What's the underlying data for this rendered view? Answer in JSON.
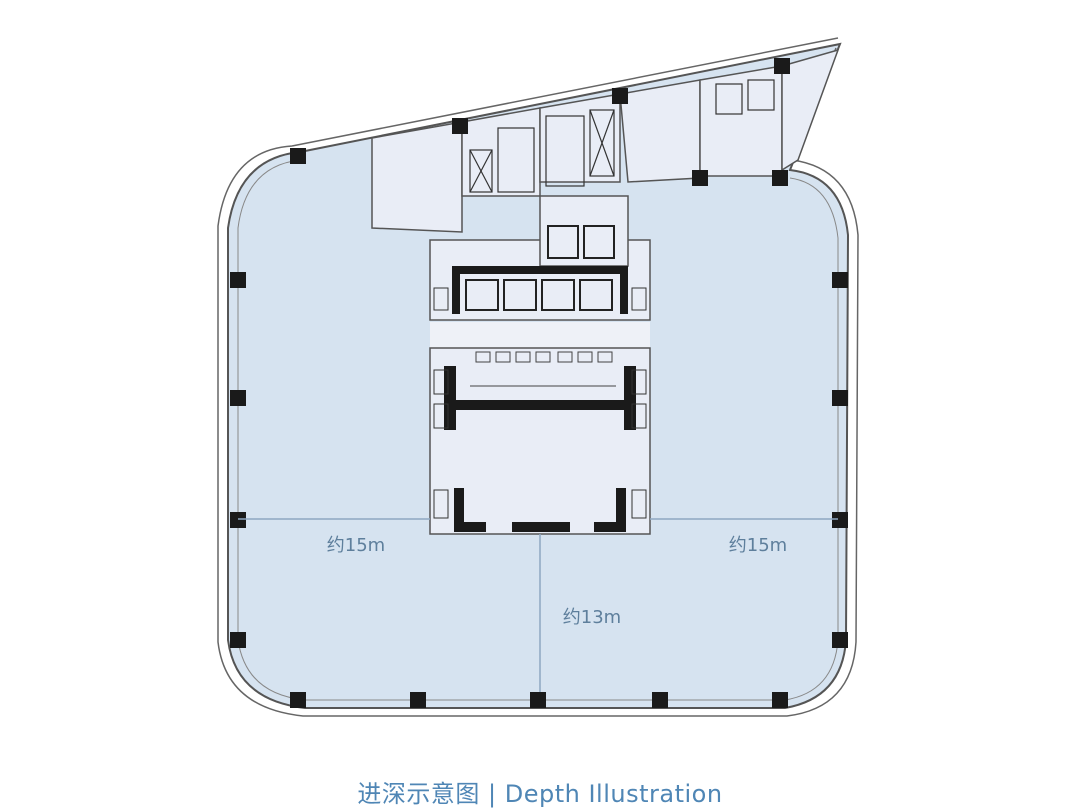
{
  "plan": {
    "dimensions": {
      "left_depth": "约15m",
      "right_depth": "约15m",
      "bottom_depth": "约13m"
    }
  },
  "caption": {
    "text": "进深示意图 | Depth Illustration"
  },
  "colors": {
    "floor_fill": "#d6e3f0",
    "core_fill": "#e9edf6",
    "wall": "#222222",
    "column": "#1a1a1a",
    "dimension_line": "#8ea8c1",
    "caption": "#4f86b5"
  }
}
